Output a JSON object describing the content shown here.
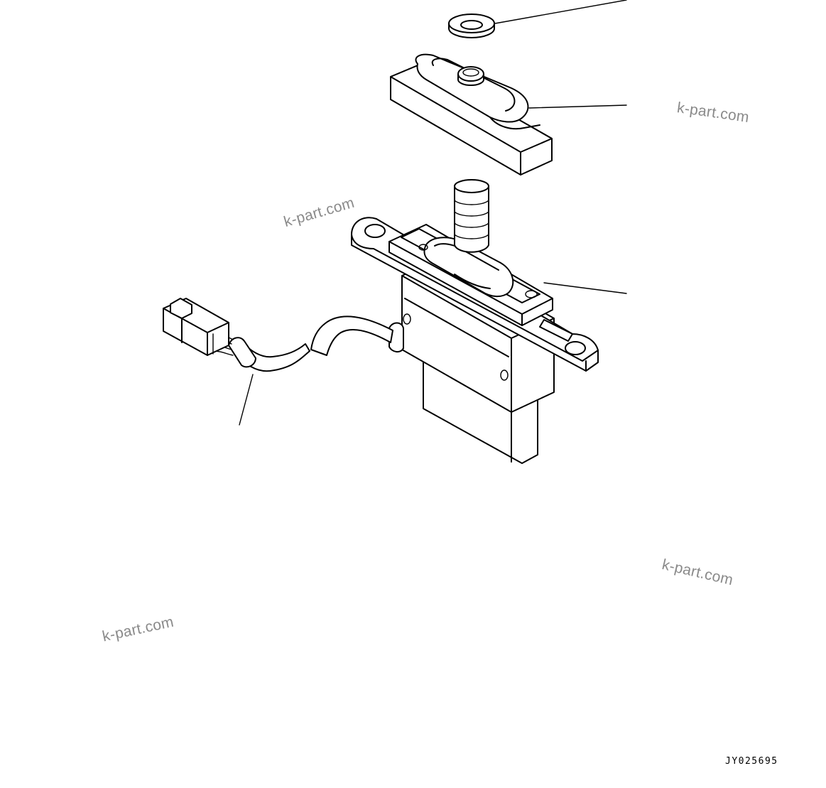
{
  "watermarks": [
    "k-part.com",
    "k-part.com",
    "k-part.com",
    "k-part.com"
  ],
  "drawing_code": "JY025695",
  "colors": {
    "line": "#000000",
    "watermark": "#8a8a8a",
    "background": "#ffffff"
  }
}
